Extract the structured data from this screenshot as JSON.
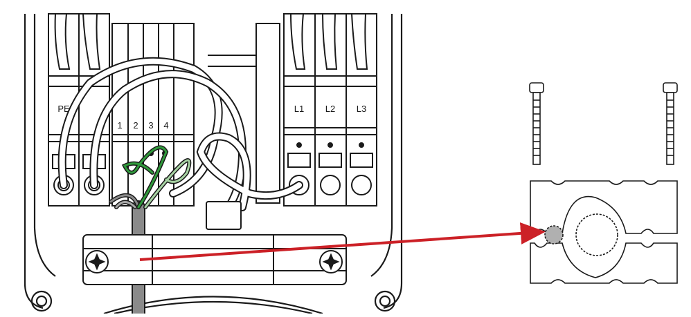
{
  "diagram": {
    "terminal_labels": {
      "pe": "PE",
      "n1": "1",
      "n2": "2",
      "n3": "3",
      "n4": "4",
      "l1": "L1",
      "l2": "L2",
      "l3": "L3"
    },
    "icons": {
      "screw_left": "torx-screw-icon",
      "screw_right": "torx-screw-icon"
    },
    "colors": {
      "line": "#1a1a1a",
      "arrow": "#cc2127",
      "green_wire": "#2f9a3b",
      "cable_gray": "#8a8a8a",
      "hole_fill": "#b0b0b0"
    }
  }
}
